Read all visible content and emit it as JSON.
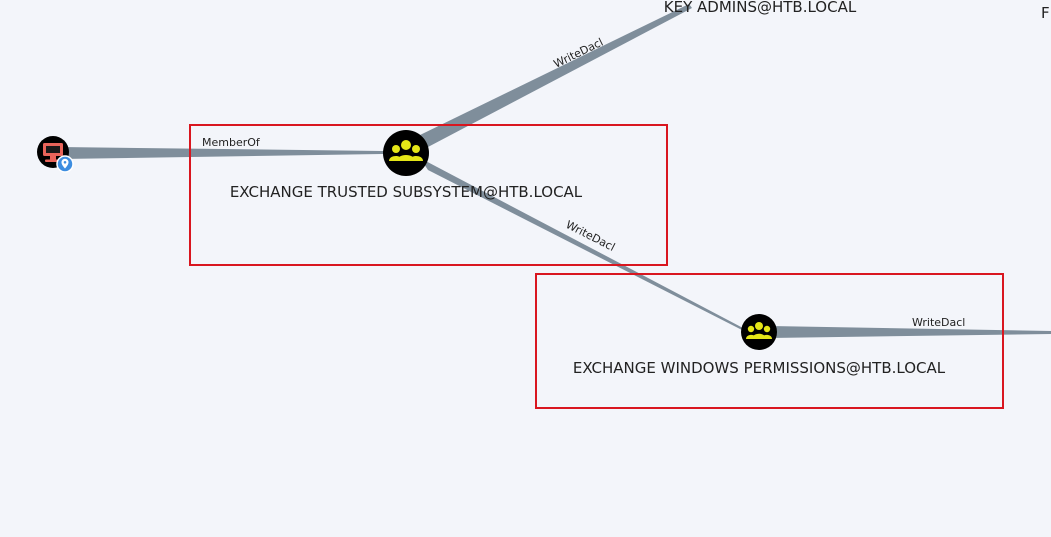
{
  "graph": {
    "nodes": {
      "computer": {
        "type": "computer",
        "icon": "computer-icon",
        "badge": "owned-marker-icon"
      },
      "key_admins": {
        "label": "KEY ADMINS@HTB.LOCAL"
      },
      "exchange_trusted": {
        "label": "EXCHANGE TRUSTED SUBSYSTEM@HTB.LOCAL",
        "type": "group",
        "icon": "group-icon"
      },
      "exchange_windows": {
        "label": "EXCHANGE WINDOWS PERMISSIONS@HTB.LOCAL",
        "type": "group",
        "icon": "group-icon"
      },
      "offscreen_right": {
        "label": "F"
      }
    },
    "edges": [
      {
        "from": "computer",
        "to": "exchange_trusted",
        "label": "MemberOf"
      },
      {
        "from": "exchange_trusted",
        "to": "key_admins",
        "label": "WriteDacl"
      },
      {
        "from": "exchange_trusted",
        "to": "exchange_windows",
        "label": "WriteDacl"
      },
      {
        "from": "exchange_windows",
        "to": "offscreen_right",
        "label": "WriteDacl"
      }
    ],
    "colors": {
      "background": "#f3f5fa",
      "edge": "#7f8e9b",
      "group_icon": "#e5e617",
      "node_fill": "#000000",
      "computer_icon": "#e8645a",
      "marker": "#3d8de0",
      "highlight_box": "#d9161f"
    }
  }
}
